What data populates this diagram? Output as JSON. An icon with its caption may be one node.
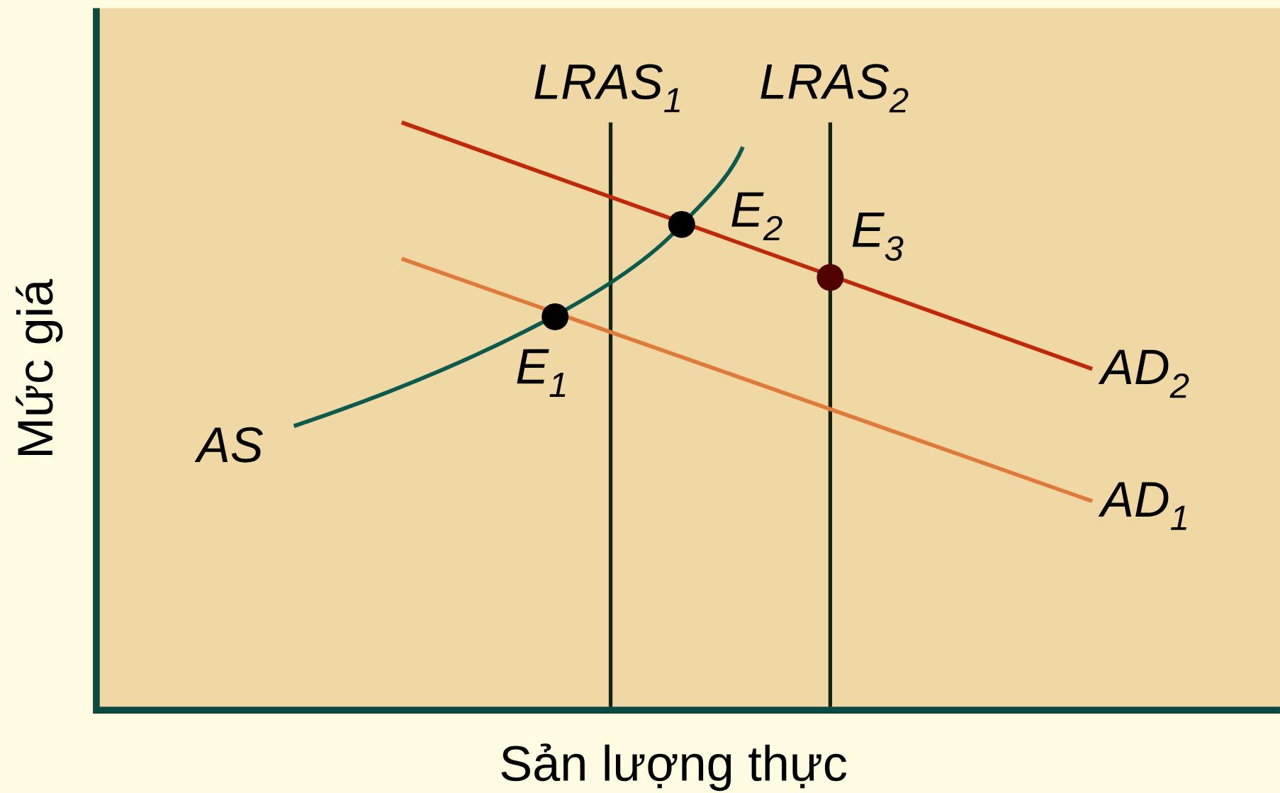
{
  "diagram": {
    "labels": [
      "LRAS$_{1}$",
      "LRAS$_{2}$",
      "E$_{2}$",
      "E$_{3}$",
      "Mức giá",
      "E$_{1}$",
      "AD$_{2}$",
      "AS",
      "AD$_{1}$",
      "Sản lượng thực"
    ]
  }
}
